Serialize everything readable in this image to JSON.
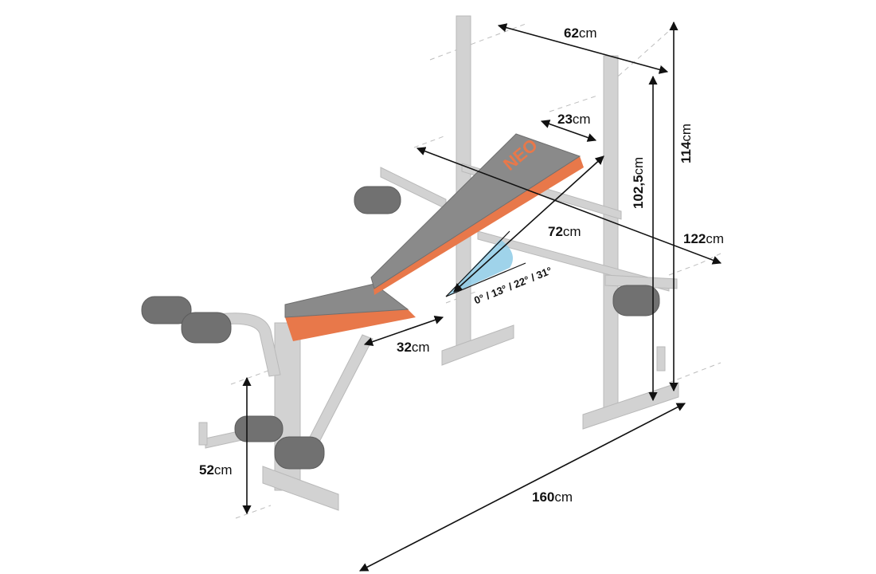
{
  "brand": "NEO",
  "dimensions": {
    "rack_width": {
      "value": "62",
      "unit": "cm"
    },
    "backrest_width": {
      "value": "23",
      "unit": "cm"
    },
    "backrest_length": {
      "value": "72",
      "unit": "cm"
    },
    "depth": {
      "value": "122",
      "unit": "cm"
    },
    "seat_length": {
      "value": "32",
      "unit": "cm"
    },
    "rack_height": {
      "value": "102,5",
      "unit": "cm"
    },
    "total_height": {
      "value": "114",
      "unit": "cm"
    },
    "seat_height": {
      "value": "52",
      "unit": "cm"
    },
    "total_length": {
      "value": "160",
      "unit": "cm"
    }
  },
  "angles": "0° / 13° / 22° / 31°",
  "colors": {
    "frame": "#cfcfcf",
    "pad_top": "#7e7e7e",
    "pad_edge": "#e8784a",
    "foam": "#6f6f6f",
    "dim_line": "#111111",
    "angle_fill": "#8ecbe6"
  }
}
